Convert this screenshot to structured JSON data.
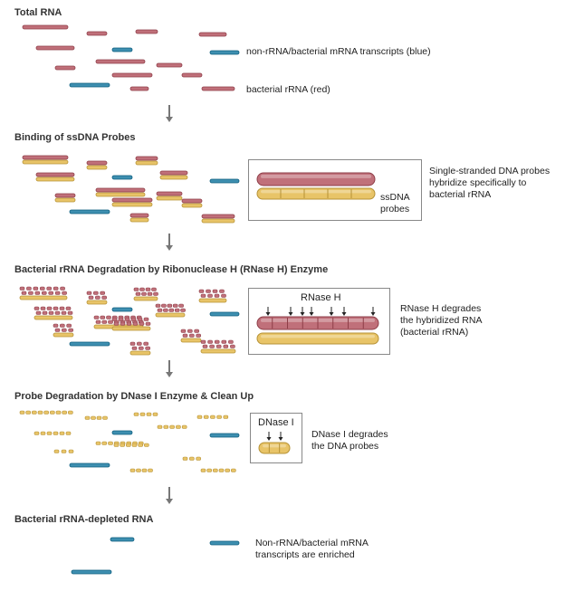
{
  "steps": {
    "s1": {
      "title": "Total RNA"
    },
    "s2": {
      "title": "Binding of ssDNA Probes"
    },
    "s3": {
      "title": "Bacterial rRNA Degradation by Ribonuclease H (RNase H) Enzyme"
    },
    "s4": {
      "title": "Probe Degradation by DNase I Enzyme & Clean Up"
    },
    "s5": {
      "title": "Bacterial rRNA-depleted RNA"
    }
  },
  "legend": {
    "blue": "non-rRNA/bacterial mRNA transcripts (blue)",
    "red": "bacterial rRNA (red)"
  },
  "box2": {
    "probe_label_1": "ssDNA",
    "probe_label_2": "probes"
  },
  "box3": {
    "enzyme": "RNase H"
  },
  "box4": {
    "enzyme": "DNase I"
  },
  "notes": {
    "n2_1": "Single-stranded DNA probes",
    "n2_2": "hybridize specifically to",
    "n2_3": "bacterial rRNA",
    "n3_1": "RNase H degrades",
    "n3_2": "the hybridized RNA",
    "n3_3": "(bacterial rRNA)",
    "n4_1": "DNase I degrades",
    "n4_2": "the DNA probes",
    "n5_1": "Non-rRNA/bacterial mRNA",
    "n5_2": "transcripts are enriched"
  },
  "colors": {
    "rRNA": "#c0707a",
    "mRNA": "#3e8fb0",
    "probe": "#e8c468",
    "arrow": "#777777"
  }
}
